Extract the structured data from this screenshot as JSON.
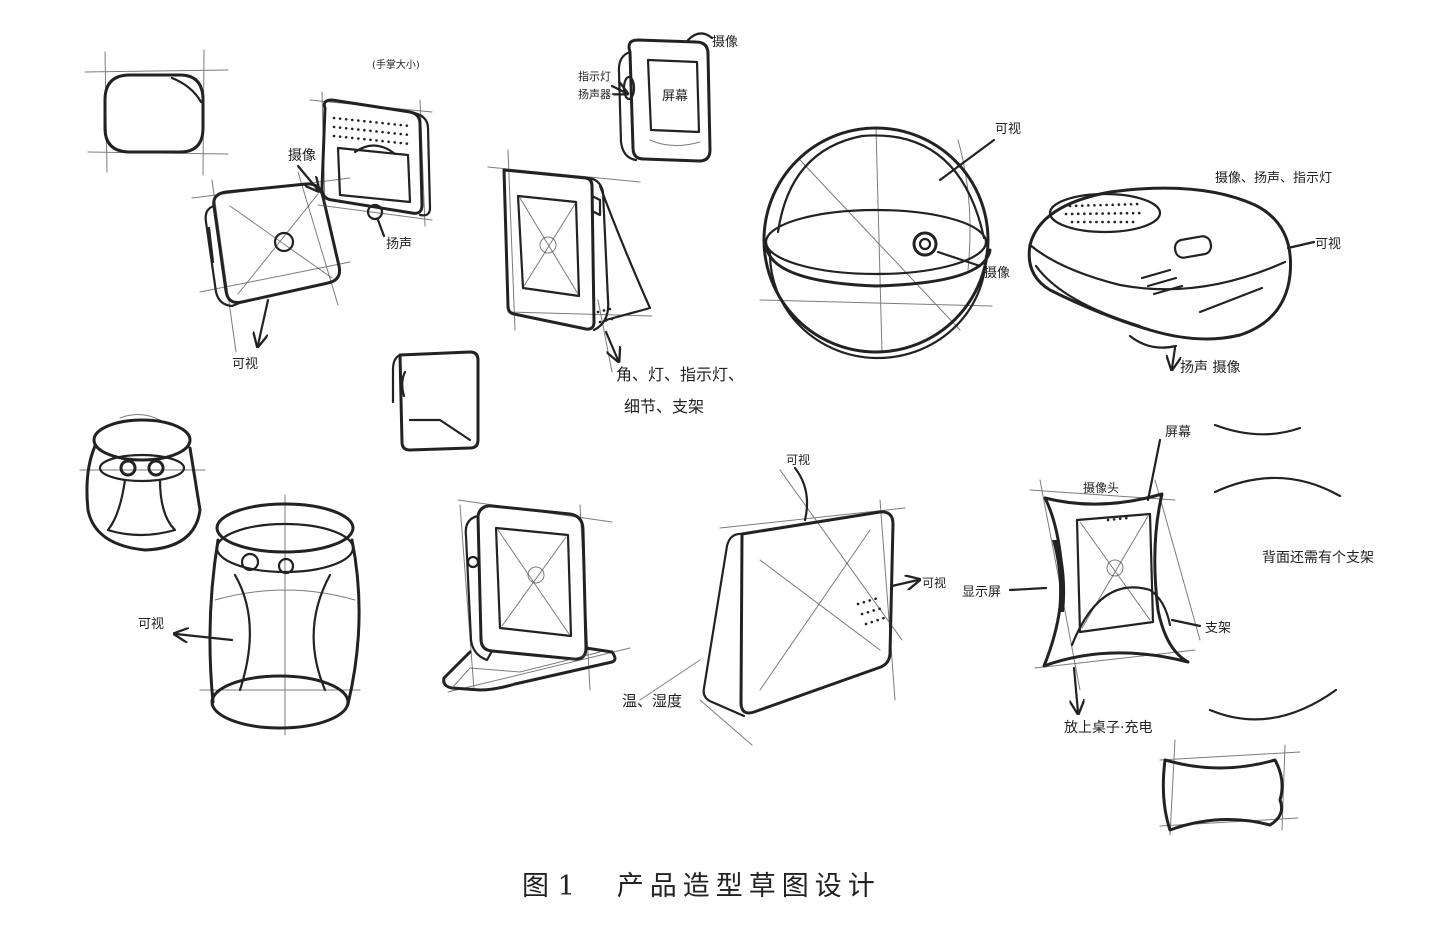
{
  "figure": {
    "label": "图 1",
    "title": "产品造型草图设计"
  },
  "annotations": {
    "palm_size": "(手掌大小)",
    "camera_1": "摄像",
    "speaker_1": "扬声",
    "visible_1": "可视",
    "indicator": "指示灯",
    "speaker_2": "扬声器",
    "screen_1": "屏幕",
    "camera_2": "摄像",
    "details_1": "角、灯、指示灯、",
    "details_2": "细节、支架",
    "visible_2": "可视",
    "features": "摄像、扬声、指示灯",
    "visible_3": "可视",
    "camera_3": "摄像",
    "bottom_note": "扬声 摄像",
    "visible_4": "可视",
    "visible_5": "可视",
    "humidity": "温、湿度",
    "visible_6": "可视",
    "screen_2": "屏幕",
    "camera_4": "摄像头",
    "display": "显示屏",
    "stand": "支架",
    "charge": "放上桌子·充电",
    "back_note": "背面还需有个支架"
  },
  "colors": {
    "ink": "#222222",
    "paper": "#ffffff"
  }
}
